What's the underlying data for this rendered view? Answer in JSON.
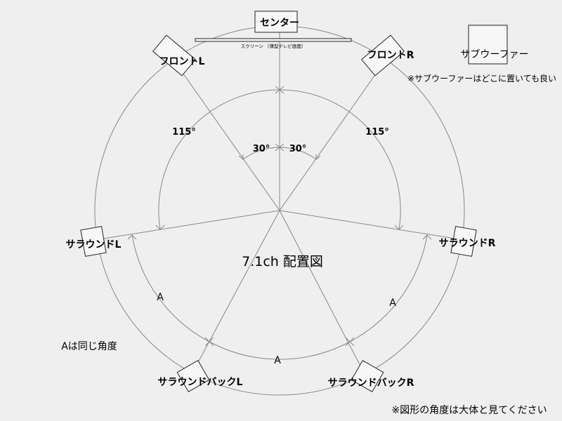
{
  "title": "7.1ch 配置図",
  "screen_label": "スクリーン （薄型テレビ画面）",
  "speakers": {
    "center": "センター",
    "front_l": "フロントL",
    "front_r": "フロントR",
    "surround_l": "サラウンドL",
    "surround_r": "サラウンドR",
    "surround_back_l": "サラウンドバックL",
    "surround_back_r": "サラウンドバックR",
    "subwoofer": "サブウーファー"
  },
  "subwoofer_note": "※サブウーファーはどこに置いても良い",
  "angles": {
    "front_left": "30°",
    "front_right": "30°",
    "surround_left": "115°",
    "surround_right": "115°",
    "a_left": "A",
    "a_right": "A",
    "a_bottom": "A"
  },
  "a_note": "Aは同じ角度",
  "footer_note": "※図形の角度は大体と見てください",
  "colors": {
    "background": "#efefef",
    "line": "#888888",
    "box": "#222222"
  }
}
